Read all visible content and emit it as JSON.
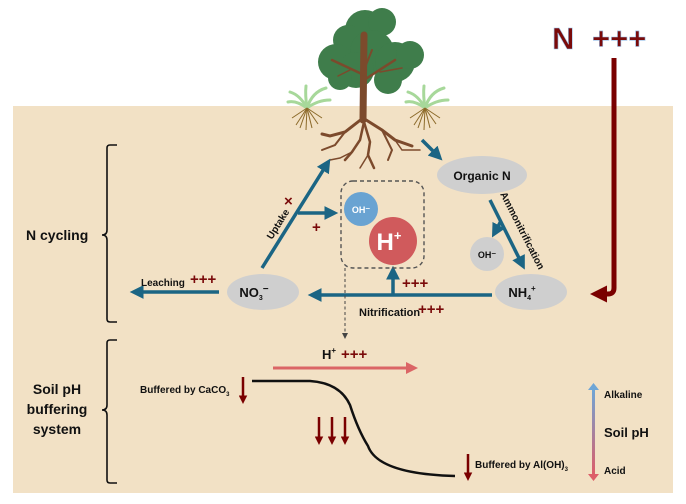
{
  "colors": {
    "soil": "#f2e1c5",
    "flow_arrow": "#1b6584",
    "nitrogen": "#7a0000",
    "ellipse": "#cfcfcf",
    "oh_circle": "#69a3d2",
    "h_circle": "#d05a5c",
    "h_flow": "#db6566",
    "curve": "#111111",
    "ph_alkaline": "#6fa6d6",
    "ph_acid": "#dd5d68",
    "tree_canopy": "#3f7d4b",
    "tree_trunk": "#7c4a2c",
    "grass": "#a7d89a",
    "grass_roots": "#8c6a2a"
  },
  "input": {
    "label": "N",
    "intensity": "+++"
  },
  "sections": {
    "n_cycling": "N cycling",
    "buffering": [
      "Soil pH",
      "buffering",
      "system"
    ]
  },
  "nodes": {
    "organic_n": "Organic N",
    "nh4": {
      "base": "NH",
      "sub": "4",
      "sup": "+"
    },
    "no3": {
      "base": "NO",
      "sub": "3",
      "sup": "−"
    },
    "oh_small": "OH⁻",
    "oh_box": "OH⁻",
    "h_plus": {
      "base": "H",
      "sup": "+"
    }
  },
  "processes": {
    "uptake": {
      "label": "Uptake",
      "effect_on_uptake": "×",
      "effect_on_h": "+"
    },
    "ammonification": {
      "label": "Ammonitrification"
    },
    "nitrification": {
      "label": "Nitrification",
      "intensity": "+++",
      "h_production": "+++"
    },
    "leaching": {
      "label": "Leaching",
      "intensity": "+++"
    }
  },
  "buffering": {
    "h_input": {
      "base": "H",
      "sup": "+",
      "intensity": "+++"
    },
    "caco3": {
      "label": "Buffered by CaCO",
      "sub": "3",
      "drop_arrows": 1
    },
    "steep_drop_arrows": 3,
    "aloh3": {
      "label": "Buffered by Al(OH)",
      "sub": "3",
      "drop_arrows": 1
    }
  },
  "ph_scale": {
    "title": "Soil pH",
    "top": "Alkaline",
    "bottom": "Acid"
  }
}
